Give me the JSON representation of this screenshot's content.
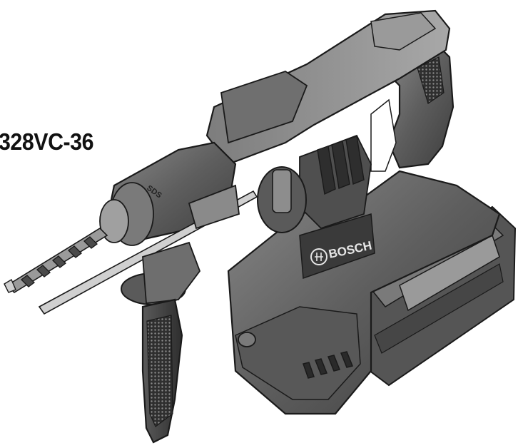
{
  "model_label": "328VC-36",
  "brand_text": "BOSCH",
  "chuck_text": "SDS",
  "colors": {
    "body_dark": "#4a4a4a",
    "body_mid": "#6b6b6b",
    "body_light": "#8e8e8e",
    "highlight": "#b8b8b8",
    "outline": "#1a1a1a",
    "text": "#111111"
  },
  "icons": [
    "bosch-logo-icon",
    "drill-bit-icon",
    "depth-gauge-icon",
    "side-handle-icon"
  ]
}
